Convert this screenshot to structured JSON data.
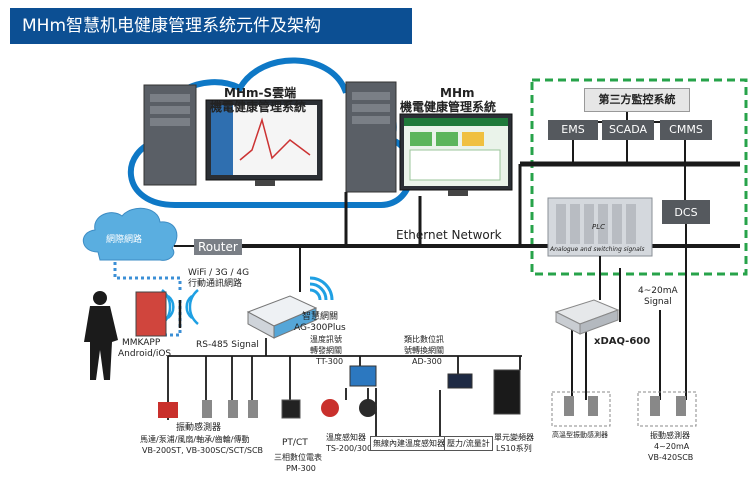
{
  "page_title": "MHm智慧机电健康管理系统元件及架构",
  "cloud_server": {
    "line1": "MHm-S雲端",
    "line2": "機電健康管理系統"
  },
  "local_server": {
    "line1": "MHm",
    "line2": "機電健康管理系統"
  },
  "third_party": {
    "title": "第三方監控系統",
    "ems": "EMS",
    "scada": "SCADA",
    "cmms": "CMMS",
    "dcs": "DCS",
    "plc": "PLC",
    "plc_caption": "Analogue and switching signals"
  },
  "network": {
    "ethernet": "Ethernet Network",
    "internet": "網際網路",
    "router": "Router",
    "wireless": "WiFi / 3G / 4G",
    "wireless2": "行動通訊網路",
    "rs485": "RS-485 Signal"
  },
  "app": {
    "line1": "MMKAPP",
    "line2": "Android/iOS"
  },
  "gateway": {
    "line1": "智慧網關",
    "line2": "AG-300Plus"
  },
  "xdaq": {
    "name": "xDAQ-600",
    "signal1": "4~20mA",
    "signal2": "Signal"
  },
  "devices": {
    "vibration": {
      "line1": "振動感測器",
      "line2": "馬達/泵浦/風扇/軸承/齒輪/傳動",
      "line3": "VB-200ST, VB-300SC/SCT/SCB"
    },
    "ptct": "PT/CT",
    "meter": {
      "line1": "三相數位電表",
      "line2": "PM-300"
    },
    "temp_gateway": {
      "line1": "溫度訊號",
      "line2": "轉發網關",
      "line3": "TT-300"
    },
    "temp_sensor": {
      "line1": "溫度感知器",
      "line2": "TS-200/300"
    },
    "temp_box": "無線內建溫度感知器",
    "analog_gateway": {
      "line1": "類比數位訊",
      "line2": "號轉換網關",
      "line3": "AD-300"
    },
    "pressure": "壓力/流量計",
    "inverter": {
      "line1": "單元變頻器",
      "line2": "LS10系列"
    },
    "high_temp_vib": "高溫型振動感測器",
    "analog_vib": {
      "line1": "振動感測器",
      "line2": "4~20mA",
      "line3": "VB-420SCB"
    }
  }
}
